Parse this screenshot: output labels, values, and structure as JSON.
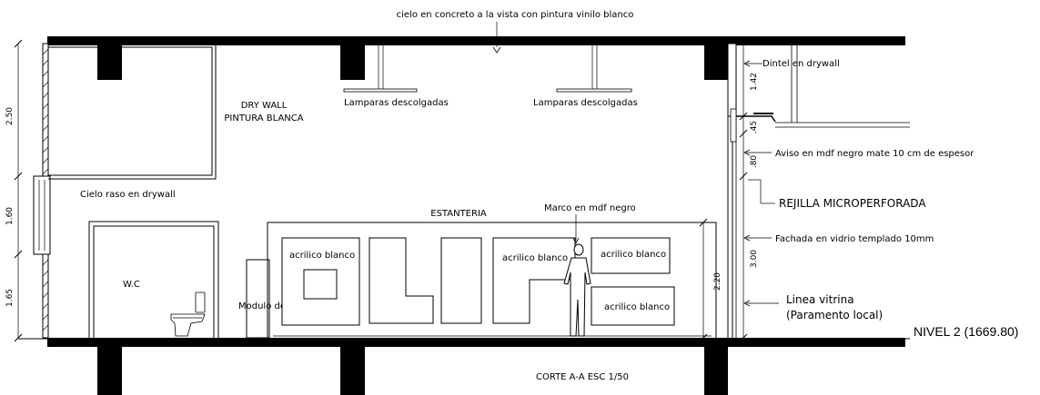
{
  "labels": {
    "ceiling_note": "cielo en concreto  a la vista con pintura vinilo blanco",
    "drywall_title": "DRY WALL",
    "drywall_paint": "PINTURA BLANCA",
    "lamp_1": "Lamparas descolgadas",
    "lamp_2": "Lamparas descolgadas",
    "dintel": "Dintel en drywall",
    "aviso": "Aviso en mdf negro mate 10 cm de espesor",
    "rejilla": "REJILLA MICROPERFORADA",
    "fachada": "Fachada en vidrio templado 10mm",
    "cielo_raso": "Cielo raso en drywall",
    "estanteria": "ESTANTERIA",
    "marco": "Marco en mdf negro",
    "wc": "W.C",
    "modulo_pago": "Modulo de pago",
    "acrilico_1": "acrilico blanco",
    "acrilico_2": "acrilico blanco",
    "acrilico_3": "acrilico blanco",
    "acrilico_4": "acrilico blanco",
    "linea_vitrina": "Linea vitrina",
    "paramento": "(Paramento local)",
    "nivel": "NIVEL 2 (1669.80)",
    "corte": "CORTE A-A ESC 1/50"
  },
  "dimensions": {
    "left_top": "2.50",
    "left_mid": "1.60",
    "left_bottom": "1.65",
    "right_142": "1.42",
    "right_45": ".45",
    "right_80": ".80",
    "right_300": "3.00",
    "shelf_height": "2.20"
  }
}
